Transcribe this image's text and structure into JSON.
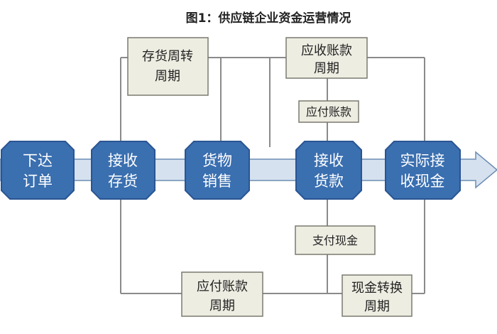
{
  "title": "图1：供应链企业资金运营情况",
  "colors": {
    "node_fill": "#3a6fb0",
    "node_border": "#2a5591",
    "box_fill": "#eeede2",
    "box_border": "#7a7a70",
    "line": "#8a8a8a",
    "arrow_fill": "#d6e1ef",
    "arrow_border": "#6d8db4"
  },
  "nodes": {
    "order": {
      "line1": "下达",
      "line2": "订单"
    },
    "receive_inventory": {
      "line1": "接收",
      "line2": "存货"
    },
    "goods_sales": {
      "line1": "货物",
      "line2": "销售"
    },
    "receive_payment": {
      "line1": "接收",
      "line2": "货款"
    },
    "actual_cash": {
      "line1": "实际接",
      "line2": "收现金"
    }
  },
  "periods": {
    "inventory_turnover": {
      "line1": "存货周转",
      "line2": "周期"
    },
    "receivables": {
      "line1": "应收账款",
      "line2": "周期"
    },
    "payables": {
      "line1": "应付账款",
      "line2": "周期"
    },
    "cash_conversion": {
      "line1": "现金转换",
      "line2": "周期"
    }
  },
  "markers": {
    "accounts_payable": "应付账款",
    "pay_cash": "支付现金"
  }
}
